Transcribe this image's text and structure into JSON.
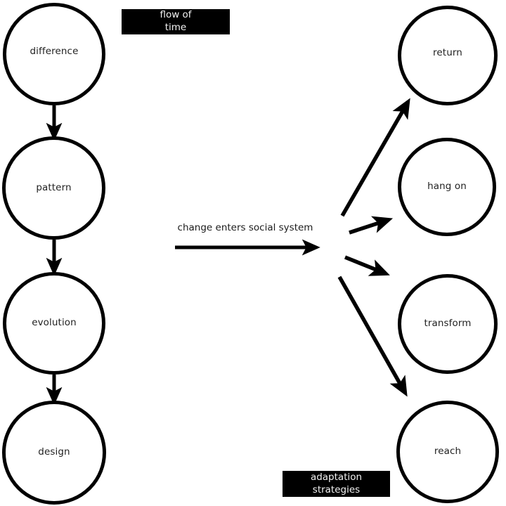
{
  "diagram": {
    "title_boxes": [
      {
        "name": "flow-of-time",
        "text": "flow of\ntime"
      },
      {
        "name": "adaptation-strategies",
        "text": "adaptation\nstrategies"
      }
    ],
    "left_column": {
      "caption": "flow of time",
      "nodes": [
        {
          "id": "difference",
          "label": "difference"
        },
        {
          "id": "pattern",
          "label": "pattern"
        },
        {
          "id": "evolution",
          "label": "evolution"
        },
        {
          "id": "design",
          "label": "design"
        }
      ]
    },
    "right_column": {
      "caption": "adaptation strategies",
      "nodes": [
        {
          "id": "return",
          "label": "return"
        },
        {
          "id": "hang-on",
          "label": "hang on"
        },
        {
          "id": "transform",
          "label": "transform"
        },
        {
          "id": "reach",
          "label": "reach"
        }
      ]
    },
    "connector": {
      "caption": "change enters social system"
    },
    "colors": {
      "stroke": "#000000",
      "background": "#ffffff",
      "text": "#222222",
      "box_fill": "#000000",
      "box_text": "#f2f2f2"
    }
  }
}
